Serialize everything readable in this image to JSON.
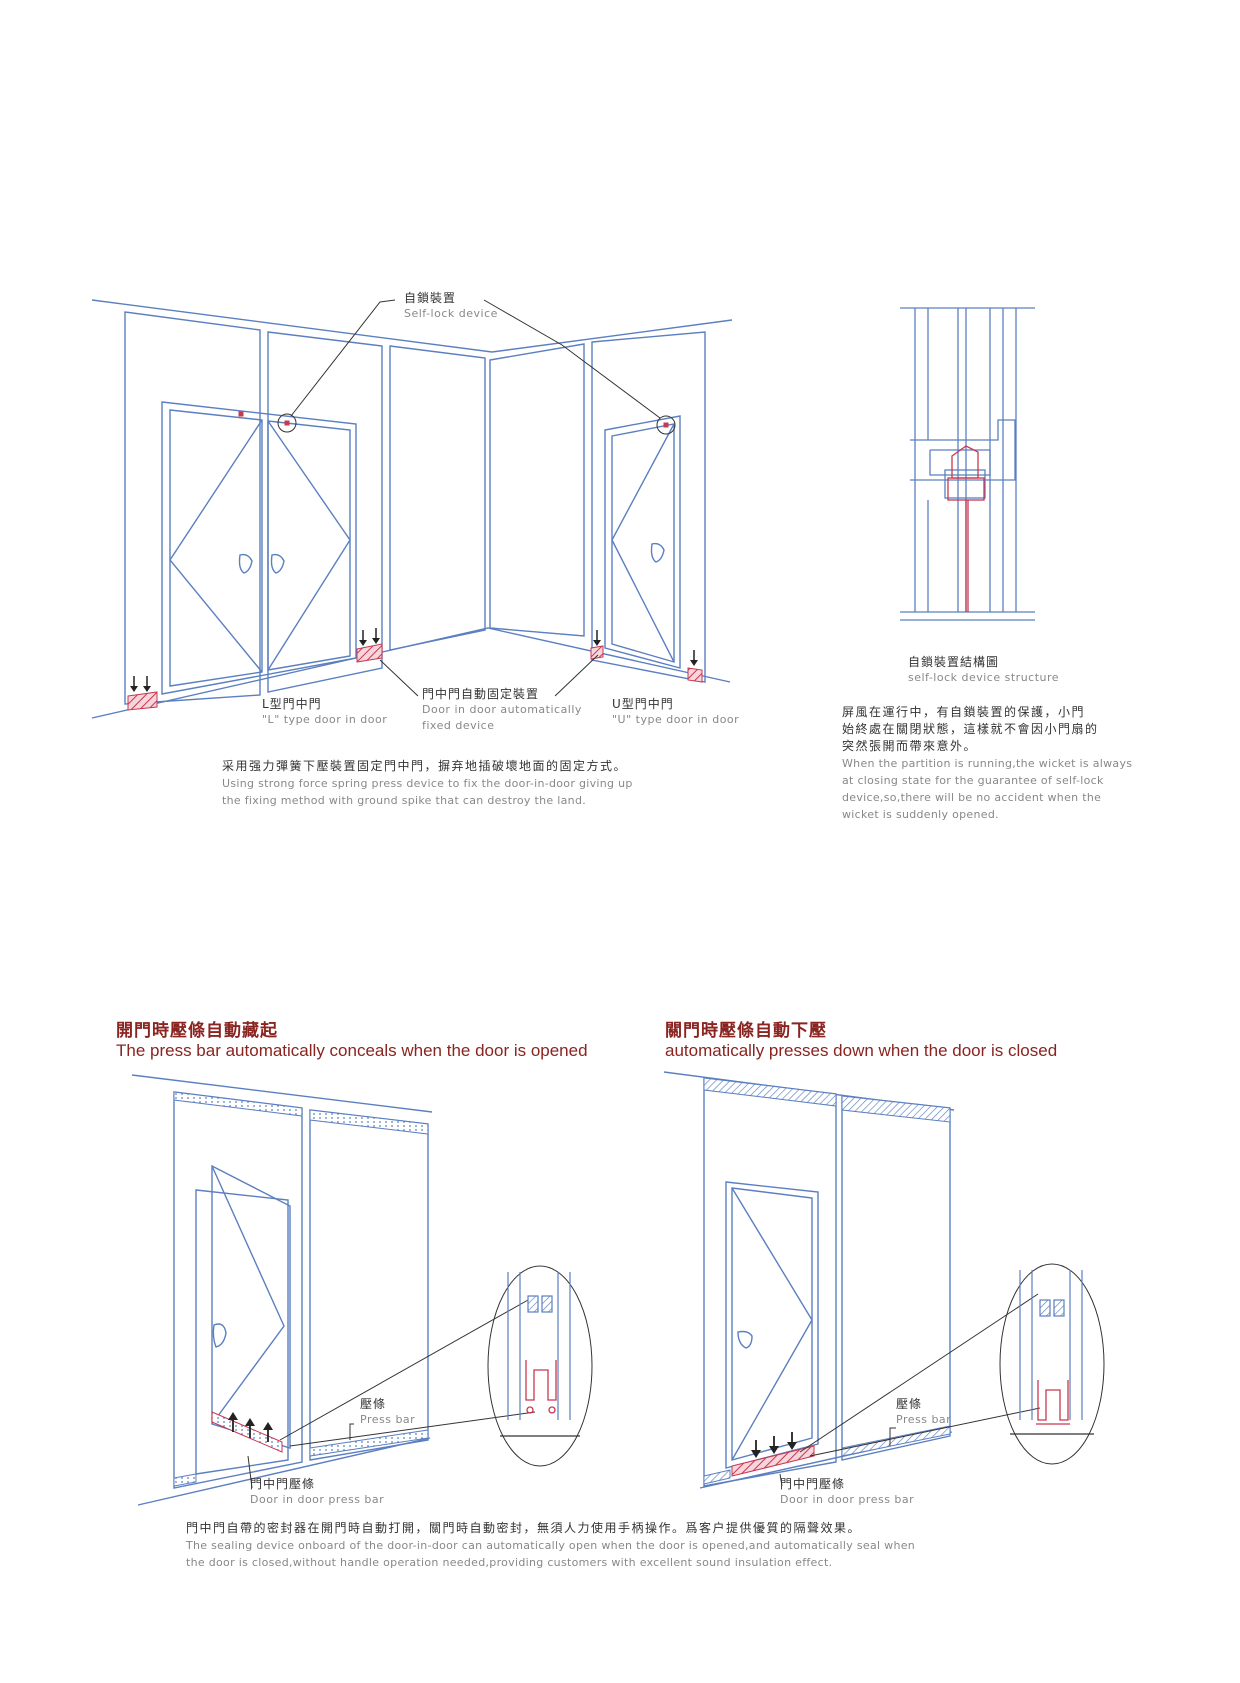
{
  "labels": {
    "selflock_zh": "自鎖裝置",
    "selflock_en": "Self-lock device",
    "ltype_zh": "L型門中門",
    "ltype_en": "\"L\" type door in door",
    "auto_fixed_zh": "門中門自動固定裝置",
    "auto_fixed_en1": "Door in door automatically",
    "auto_fixed_en2": "fixed device",
    "utype_zh": "U型門中門",
    "utype_en": "\"U\" type door in door",
    "structure_zh": "自鎖裝置結構圖",
    "structure_en": "self-lock device structure",
    "pressbar_zh": "壓條",
    "pressbar_en": "Press bar",
    "did_pressbar_zh": "門中門壓條",
    "did_pressbar_en": "Door in door press bar"
  },
  "captions": {
    "fix_zh": "采用强力彈簧下壓裝置固定門中門，摒弃地插破壞地面的固定方式。",
    "fix_en1": "Using strong force spring press device to fix the door-in-door giving up",
    "fix_en2": "the fixing method with ground spike that can destroy the land.",
    "run_zh1": "屏風在運行中，有自鎖裝置的保護，小門",
    "run_zh2": "始終處在關閉狀態，這樣就不會因小門扇的",
    "run_zh3": "突然張開而帶來意外。",
    "run_en1": "When the partition is running,the wicket is always",
    "run_en2": "at closing state for the guarantee of self-lock",
    "run_en3": "device,so,there will be no accident when the",
    "run_en4": "wicket is suddenly opened.",
    "seal_zh": "門中門自帶的密封器在開門時自動打開，關門時自動密封，無須人力使用手柄操作。爲客户提供優質的隔聲效果。",
    "seal_en1": "The sealing device onboard of the door-in-door can automatically open when the door is opened,and automatically seal when",
    "seal_en2": "the door is closed,without handle operation needed,providing customers with excellent sound insulation effect."
  },
  "headings": {
    "open_zh": "開門時壓條自動藏起",
    "open_en": "The press bar automatically conceals when the door is opened",
    "close_zh": "關門時壓條自動下壓",
    "close_en": "automatically presses down when the door is closed"
  },
  "colors": {
    "line": "#5b7fc0",
    "accent": "#c8384f",
    "heading": "#8a2420"
  }
}
